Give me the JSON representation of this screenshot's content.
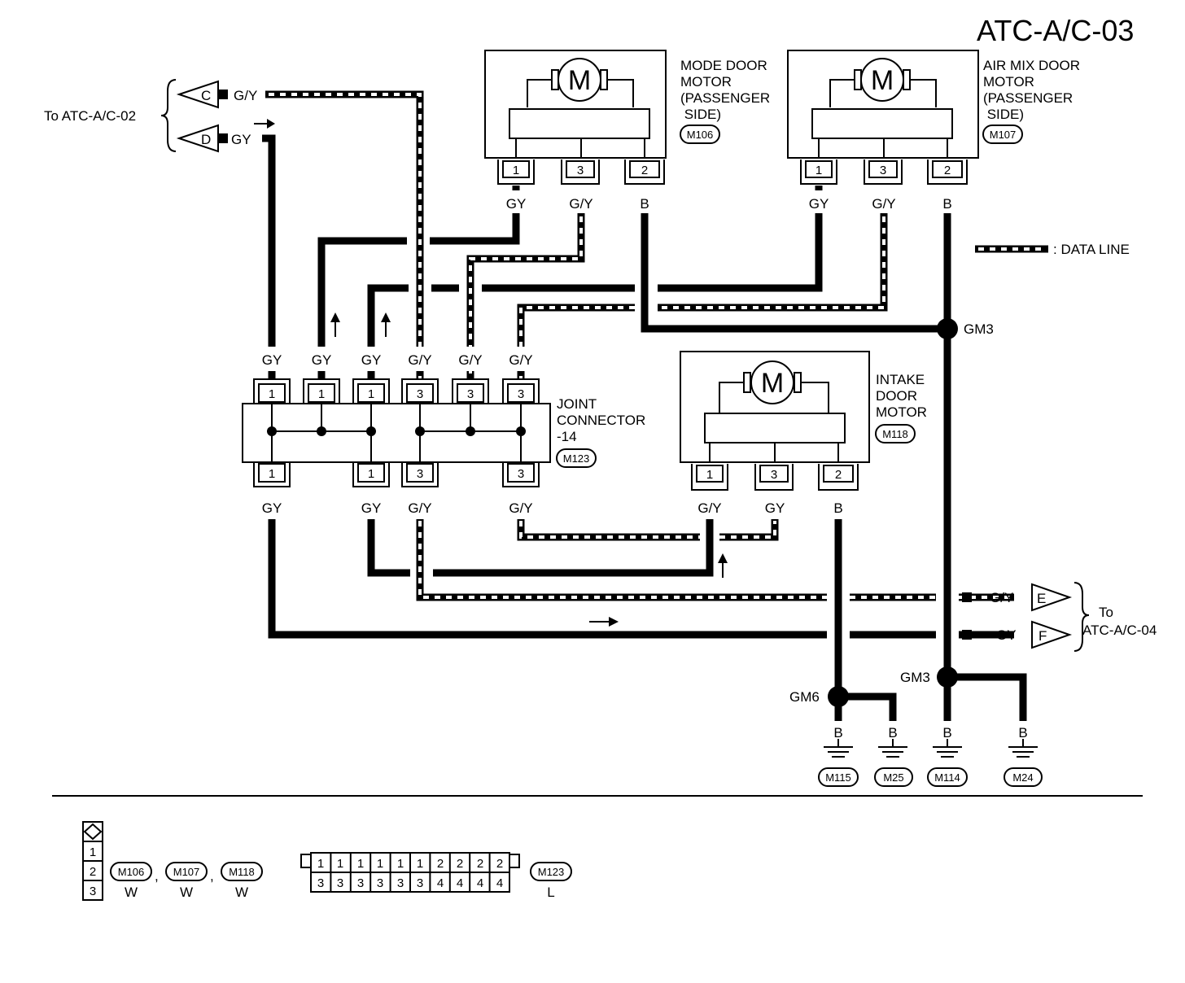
{
  "page_title": "ATC-A/C-03",
  "legend": {
    "label": ": DATA LINE"
  },
  "left_ref": {
    "label": "To ATC-A/C-02",
    "arrows": [
      {
        "letter": "C",
        "wire": "G/Y"
      },
      {
        "letter": "D",
        "wire": "GY"
      }
    ]
  },
  "right_ref": {
    "to": "To",
    "target": "ATC-A/C-04",
    "arrows": [
      {
        "letter": "E",
        "wire": "G/Y"
      },
      {
        "letter": "F",
        "wire": "GY"
      }
    ]
  },
  "motors": {
    "mode": {
      "name": [
        "MODE DOOR",
        "MOTOR",
        "(PASSENGER",
        " SIDE)"
      ],
      "connector": "M106",
      "pins": [
        "1",
        "3",
        "2"
      ],
      "wires": [
        "GY",
        "G/Y",
        "B"
      ]
    },
    "airmix": {
      "name": [
        "AIR MIX DOOR",
        "MOTOR",
        "(PASSENGER",
        " SIDE)"
      ],
      "connector": "M107",
      "pins": [
        "1",
        "3",
        "2"
      ],
      "wires": [
        "GY",
        "G/Y",
        "B"
      ]
    },
    "intake": {
      "name": [
        "INTAKE",
        "DOOR",
        "MOTOR"
      ],
      "connector": "M118",
      "pins": [
        "1",
        "3",
        "2"
      ],
      "wires": [
        "G/Y",
        "GY",
        "B"
      ]
    },
    "symbol": "M"
  },
  "joint": {
    "name": [
      "JOINT",
      "CONNECTOR",
      "-14"
    ],
    "connector": "M123",
    "top_pins": [
      "1",
      "1",
      "1",
      "3",
      "3",
      "3"
    ],
    "top_wires": [
      "GY",
      "GY",
      "GY",
      "G/Y",
      "G/Y",
      "G/Y"
    ],
    "bottom_pins": [
      "1",
      "1",
      "3",
      "3"
    ],
    "bottom_wires": [
      "GY",
      "GY",
      "G/Y",
      "G/Y"
    ]
  },
  "splices": {
    "gm3": "GM3",
    "gm6": "GM6"
  },
  "grounds": {
    "wire": "B",
    "connectors": [
      "M115",
      "M25",
      "M114",
      "M24"
    ]
  },
  "connector_views": {
    "small": {
      "pins": [
        "1",
        "2",
        "3"
      ],
      "connectors": [
        "M106",
        "M107",
        "M118"
      ],
      "colors": [
        "W",
        "W",
        "W"
      ],
      "sep": ","
    },
    "large": {
      "top": [
        "1",
        "1",
        "1",
        "1",
        "1",
        "1",
        "2",
        "2",
        "2",
        "2"
      ],
      "bottom": [
        "3",
        "3",
        "3",
        "3",
        "3",
        "3",
        "4",
        "4",
        "4",
        "4"
      ],
      "connector": "M123",
      "color": "L"
    }
  }
}
